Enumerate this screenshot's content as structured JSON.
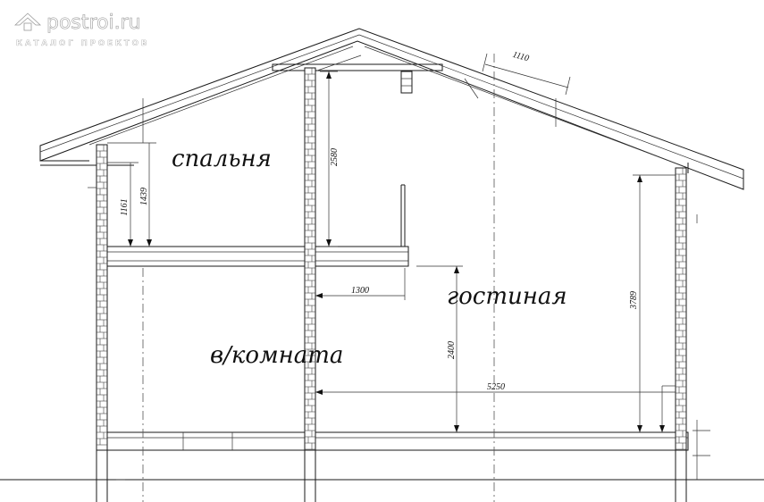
{
  "watermark": {
    "site": "postroi.ru",
    "tagline": "КАТАЛОГ ПРОЕКТОВ"
  },
  "rooms": {
    "bedroom": "спальня",
    "living": "гостиная",
    "passage": "в/комната"
  },
  "dimensions": {
    "rafter_spacing": "1110",
    "attic_height": "2580",
    "knee_wall_1439": "1439",
    "knee_wall_1161": "1161",
    "balcony_depth": "1300",
    "first_floor_height": "2400",
    "living_width": "5250",
    "living_height": "3789"
  }
}
